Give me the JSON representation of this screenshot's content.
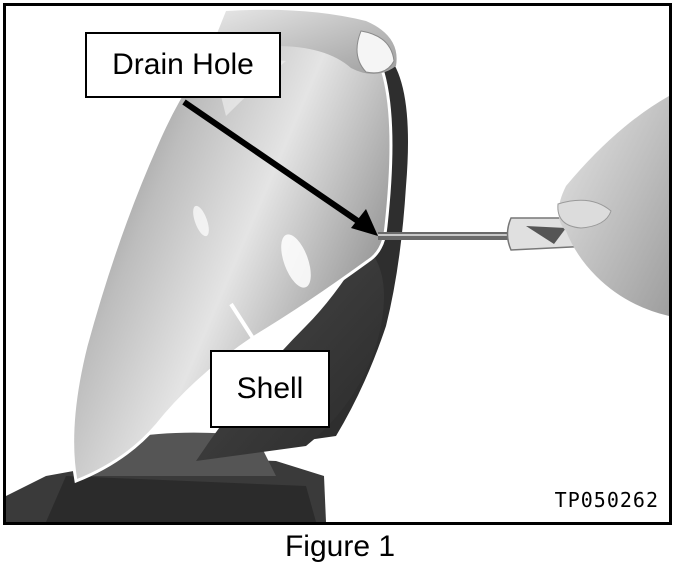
{
  "figure": {
    "callouts": {
      "drain_hole": "Drain Hole",
      "shell": "Shell"
    },
    "image_code": "TP050262",
    "caption": "Figure 1"
  },
  "colors": {
    "frame": "#000000",
    "shell_highlight": "#e8e8e8",
    "shell_shadow": "#7a7a7a",
    "background": "#ffffff"
  }
}
